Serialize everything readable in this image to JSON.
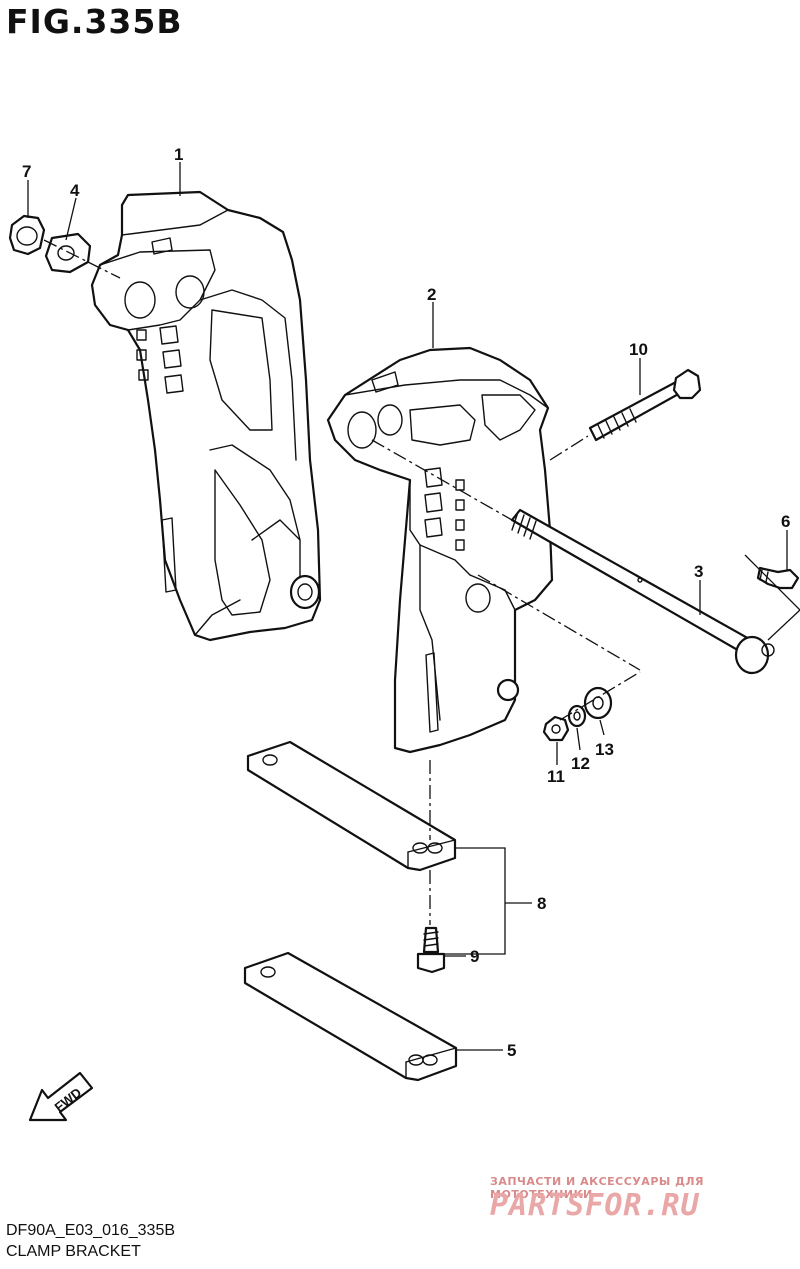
{
  "figure": {
    "title": "FIG.335B",
    "model_code": "DF90A_E03_016_335B",
    "caption": "CLAMP BRACKET"
  },
  "callouts": [
    {
      "id": "c1",
      "label": "1"
    },
    {
      "id": "c2",
      "label": "2"
    },
    {
      "id": "c3",
      "label": "3"
    },
    {
      "id": "c4",
      "label": "4"
    },
    {
      "id": "c5",
      "label": "5"
    },
    {
      "id": "c6",
      "label": "6"
    },
    {
      "id": "c7",
      "label": "7"
    },
    {
      "id": "c8",
      "label": "8"
    },
    {
      "id": "c9",
      "label": "9"
    },
    {
      "id": "c10",
      "label": "10"
    },
    {
      "id": "c11",
      "label": "11"
    },
    {
      "id": "c12",
      "label": "12"
    },
    {
      "id": "c13",
      "label": "13"
    }
  ],
  "fwd_label": "FWD",
  "watermark": {
    "tagline": "ЗАПЧАСТИ И АКСЕССУАРЫ ДЛЯ МОТОТЕХНИКИ",
    "logo": "PARTSFOR.RU"
  }
}
